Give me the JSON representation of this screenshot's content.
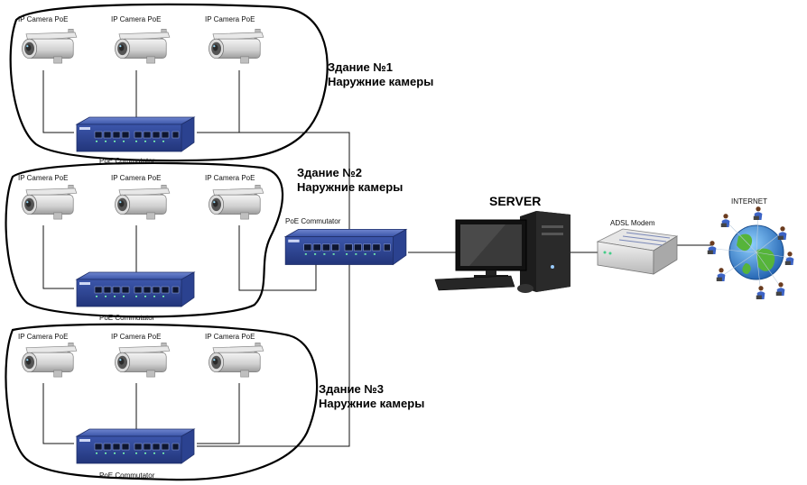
{
  "buildings": [
    {
      "title": "Здание №1",
      "subtitle": "Наружние камеры",
      "cameras": [
        "IP Camera PoE",
        "IP Camera PoE",
        "IP Camera PoE"
      ],
      "switch_label": "PoE Commutator"
    },
    {
      "title": "Здание №2",
      "subtitle": "Наружние камеры",
      "cameras": [
        "IP Camera PoE",
        "IP Camera PoE",
        "IP Camera PoE"
      ],
      "switch_label": "PoE Commutator"
    },
    {
      "title": "Здание №3",
      "subtitle": "Наружние камеры",
      "cameras": [
        "IP Camera PoE",
        "IP Camera PoE",
        "IP Camera PoE"
      ],
      "switch_label": "PoE Commutator"
    }
  ],
  "central_switch_label": "PoE Commutator",
  "server_label": "SERVER",
  "modem_label": "ADSL Modem",
  "internet_label": "INTERNET",
  "icons": {
    "camera": "ip-camera-icon",
    "switch": "poe-switch-icon",
    "server": "server-computer-icon",
    "modem": "adsl-modem-icon",
    "internet": "globe-network-icon"
  },
  "colors": {
    "switch_body": "#3a54a8",
    "switch_dark": "#24397f",
    "outline": "#000000",
    "wire": "#111111",
    "globe_water": "#2f7fd0",
    "globe_land": "#56b43a"
  }
}
